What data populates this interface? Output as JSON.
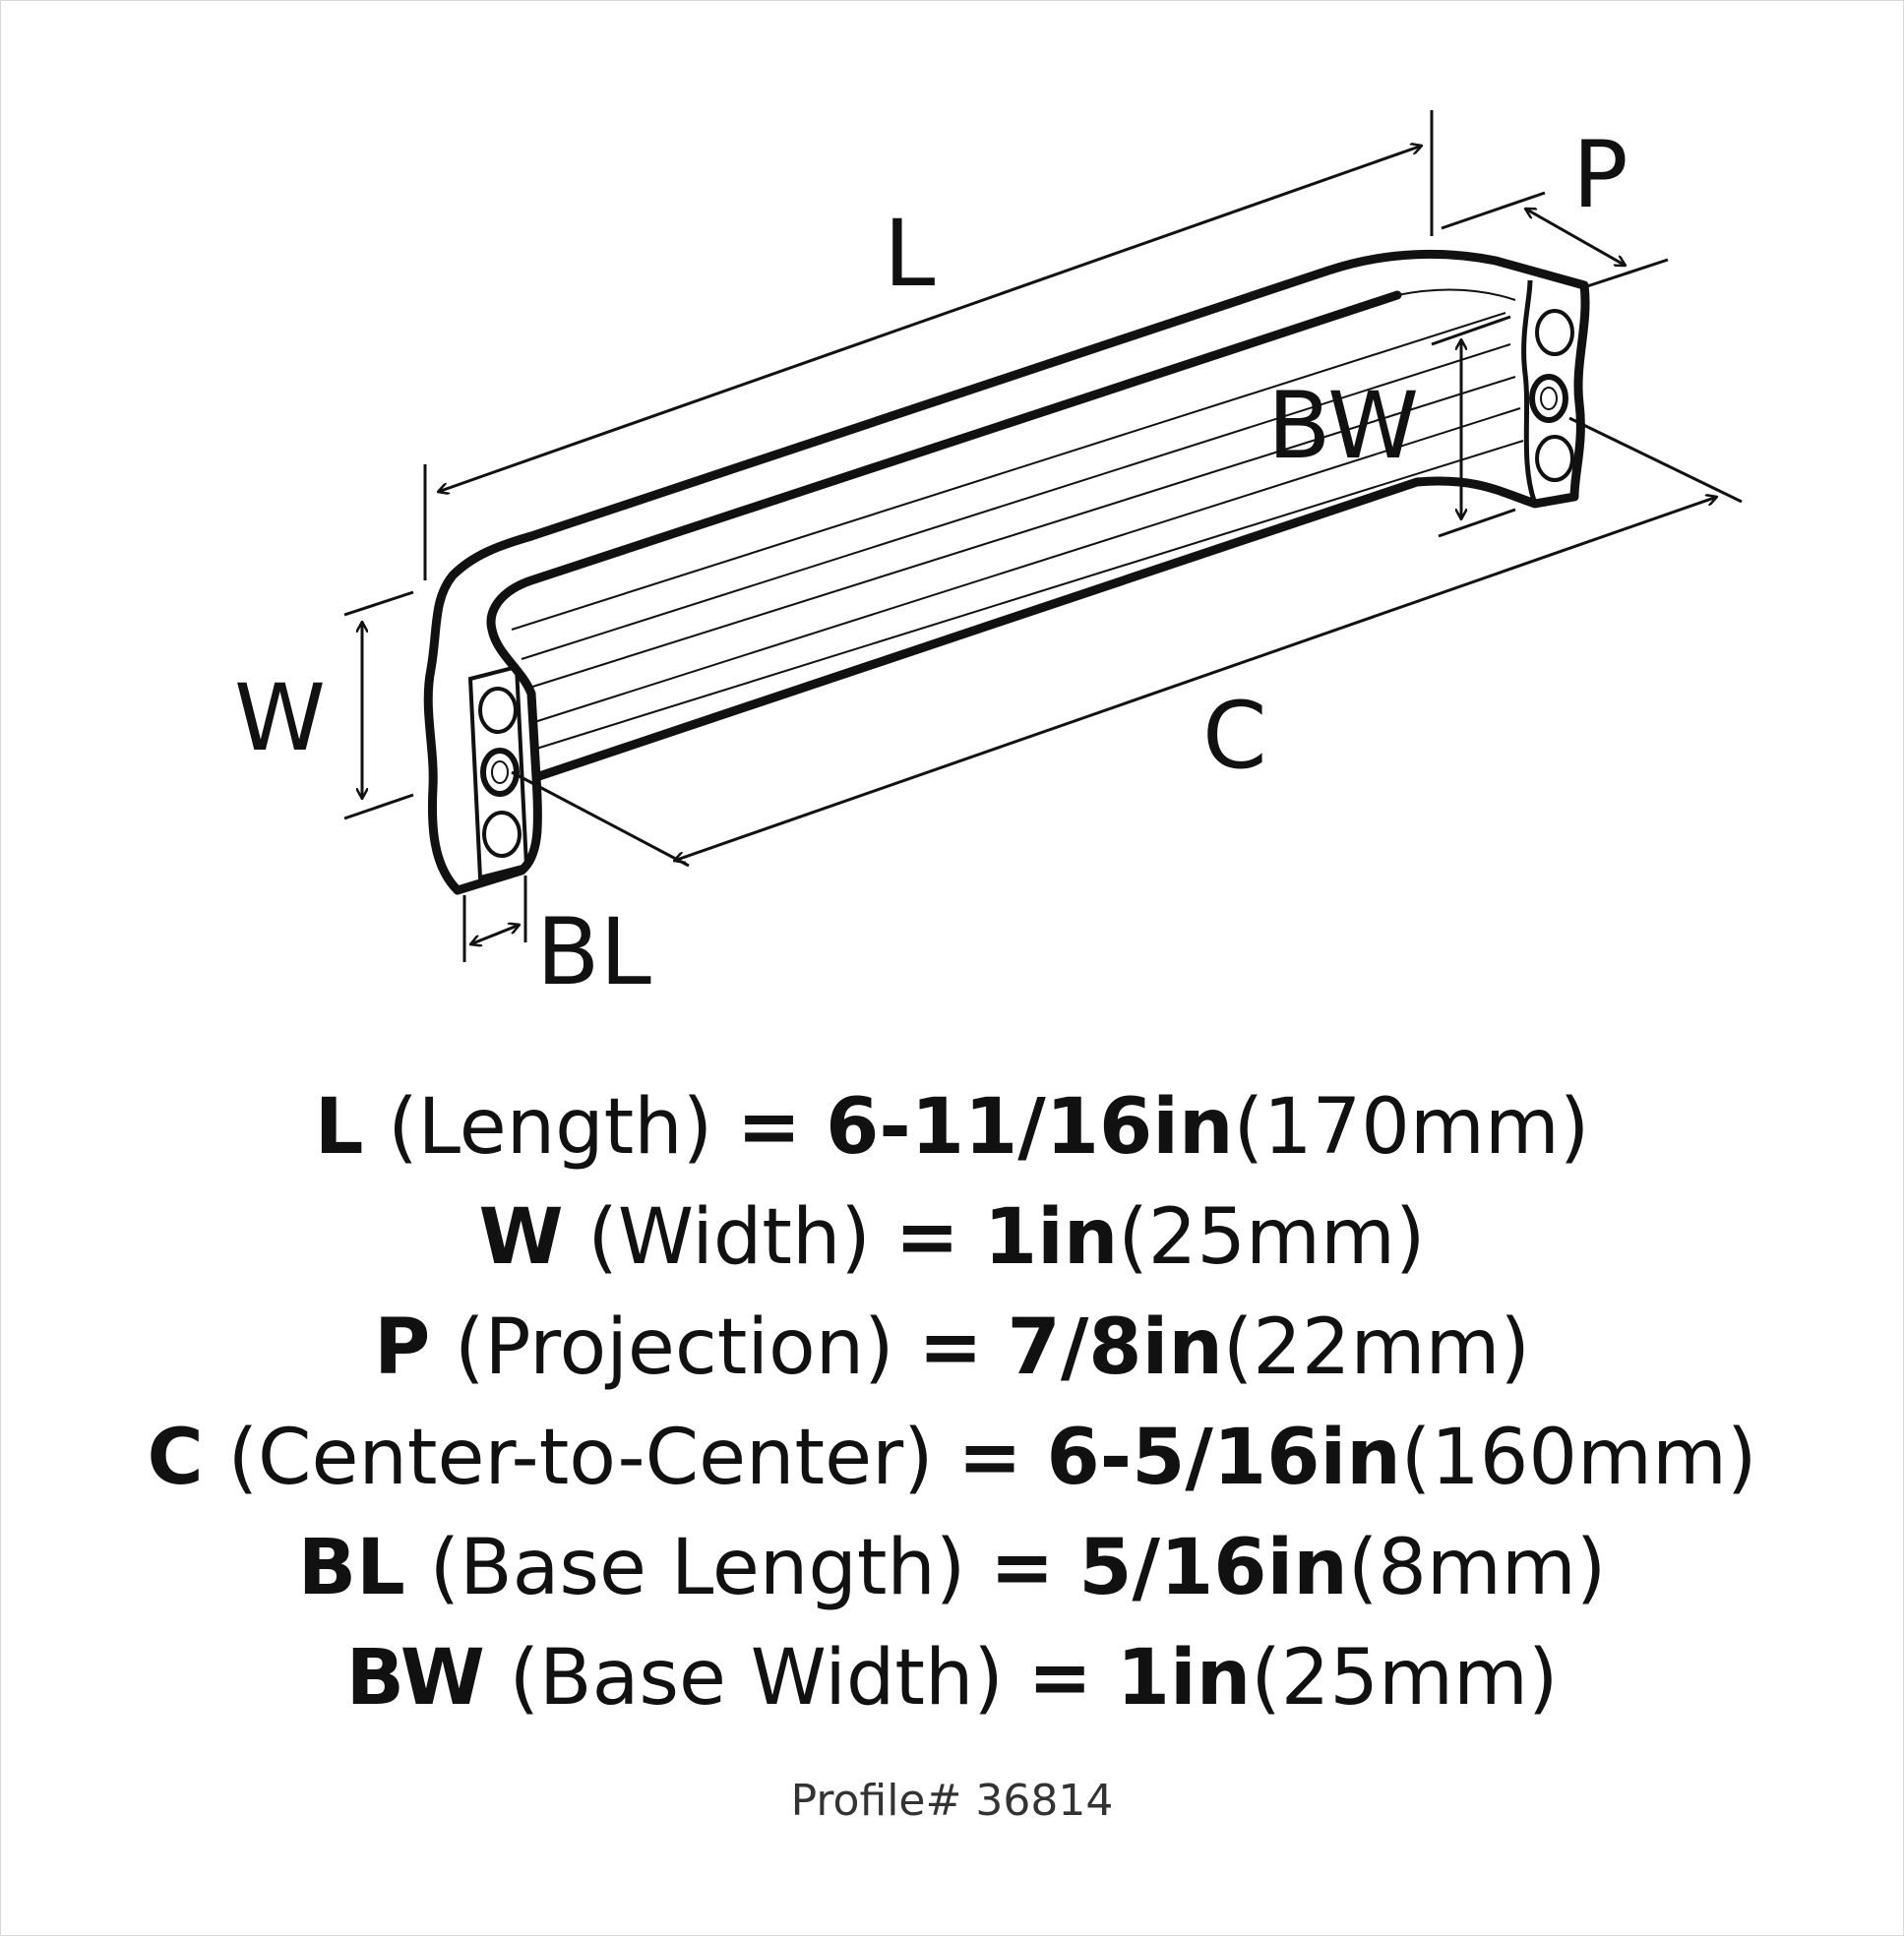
{
  "diagram": {
    "labels": {
      "length": "L",
      "projection": "P",
      "base_width": "BW",
      "width": "W",
      "center_to_center": "C",
      "base_length": "BL"
    }
  },
  "specs": [
    {
      "symbol": "L",
      "name": "(Length)",
      "eq": "=",
      "inch": "6-11/16in",
      "mm": "(170mm)"
    },
    {
      "symbol": "W",
      "name": "(Width)",
      "eq": "=",
      "inch": "1in",
      "mm": "(25mm)"
    },
    {
      "symbol": "P",
      "name": "(Projection)",
      "eq": "=",
      "inch": "7/8in",
      "mm": "(22mm)"
    },
    {
      "symbol": "C",
      "name": "(Center-to-Center)",
      "eq": "=",
      "inch": "6-5/16in",
      "mm": "(160mm)"
    },
    {
      "symbol": "BL",
      "name": "(Base Length)",
      "eq": "=",
      "inch": "5/16in",
      "mm": "(8mm)"
    },
    {
      "symbol": "BW",
      "name": "(Base Width)",
      "eq": "=",
      "inch": "1in",
      "mm": "(25mm)"
    }
  ],
  "profile": "Profile# 36814"
}
